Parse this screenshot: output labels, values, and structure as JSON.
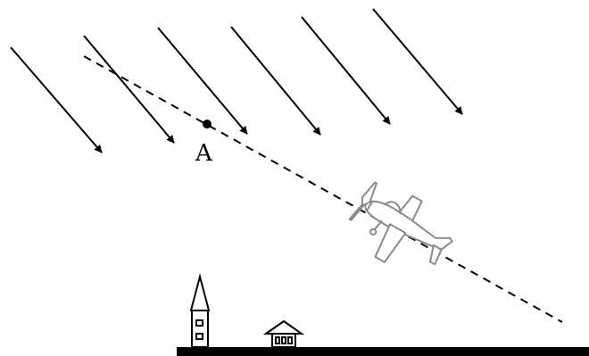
{
  "diagram": {
    "point_label": "A",
    "colors": {
      "ink": "#000000",
      "plane_ink": "#8a8a8a",
      "background": "#ffffff"
    },
    "elements": {
      "wind_arrows": 6,
      "flight_path": "dashed",
      "ground": "solid",
      "buildings": [
        "tower",
        "house"
      ],
      "aircraft": "airplane-icon"
    }
  }
}
